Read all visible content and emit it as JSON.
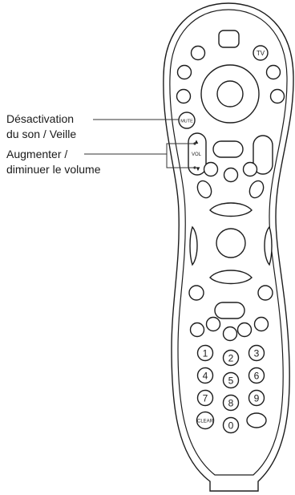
{
  "annotations": {
    "mute_line1": "Désactivation",
    "mute_line2": "du son / Veille",
    "volume_line1": "Augmenter /",
    "volume_line2": "diminuer le volume"
  },
  "remote": {
    "tv_button": "TV",
    "mute_button": "MUTE",
    "volume_label": "VOL",
    "volume_up_glyph": "▲",
    "volume_down_glyph": "▼",
    "keypad": [
      "1",
      "2",
      "3",
      "4",
      "5",
      "6",
      "7",
      "8",
      "9",
      "0"
    ],
    "clear_button": "CLEAR"
  }
}
